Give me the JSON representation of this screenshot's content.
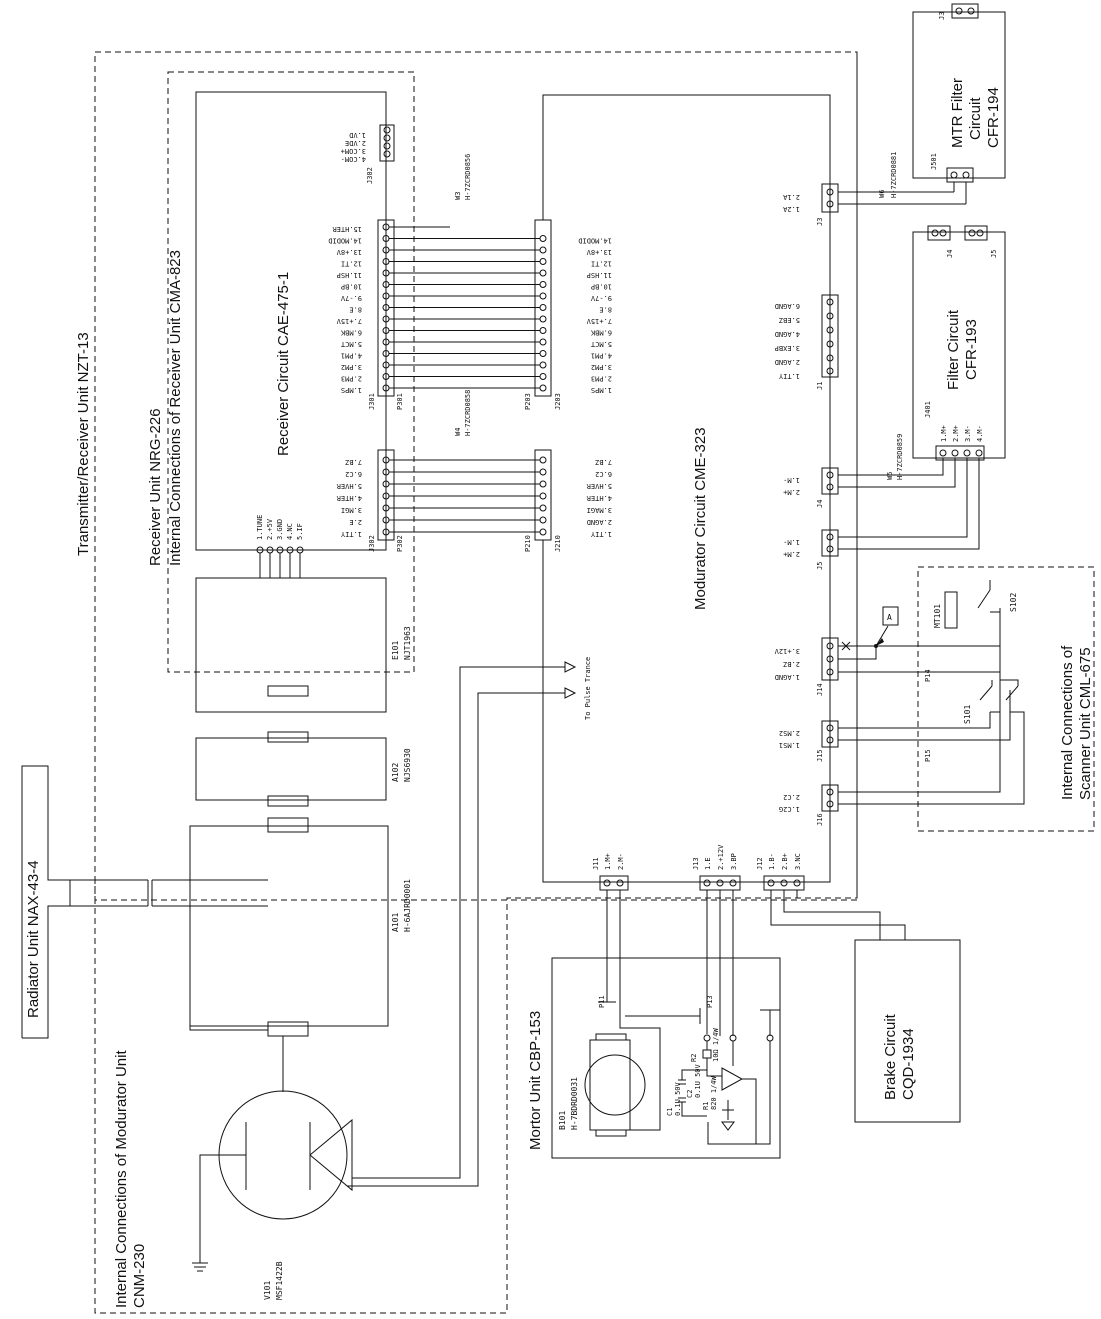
{
  "units": {
    "radiator": "Radiator Unit  NAX-43-4",
    "transceiver": "Transmitter/Receiver Unit  NZT-13",
    "receiver_unit": "Receiver Unit  NRG-226",
    "receiver_internal": "Internal Connections of Receiver Unit  CMA-823",
    "receiver_circuit": "Receiver Circuit  CAE-475-1",
    "modulator_circuit": "Modurator Circuit  CME-323",
    "modulator_internal_1": "Internal Connections of Modurator Unit",
    "modulator_internal_2": "CNM-230",
    "motor_unit": "Mortor Unit  CBP-153",
    "brake_1": "Brake Circuit",
    "brake_2": "CQD-1934",
    "scanner_1": "Internal Connections of",
    "scanner_2": "Scanner Unit  CML-675",
    "filter_1": "Filter Circuit",
    "filter_2": "CFR-193",
    "mtr_1": "MTR Filter",
    "mtr_2": "Circuit",
    "mtr_3": "CFR-194"
  },
  "connectors": {
    "j301": "J301",
    "p301": "P301",
    "p203": "P203",
    "j203": "J203",
    "j302": "J302",
    "p302": "P302",
    "p210": "P210",
    "j210": "J210",
    "j302b": "J302",
    "j1": "J1",
    "j3": "J3",
    "j4": "J4",
    "j5": "J5",
    "j14": "J14",
    "j15": "J15",
    "j16": "J16",
    "j11": "J11",
    "j13": "J13",
    "j12": "J12",
    "p11": "P11",
    "p13": "P13",
    "p14": "P14",
    "p15": "P15",
    "j401": "J401",
    "j4f": "J4",
    "j5f": "J5",
    "j3m": "J3",
    "j501": "J501",
    "w3": "W3",
    "w3_part": "H-7ZCRD0856",
    "w4": "W4",
    "w4_part": "H-7ZCRD0858",
    "w5": "W5",
    "w5_part": "H-7ZCRD0859",
    "w6": "W6",
    "w6_part": "H-7ZCRD0881"
  },
  "components": {
    "e101": "E101",
    "e101_part": "NJT1963",
    "a102": "A102",
    "a102_part": "NJS6930",
    "a101": "A101",
    "a101_part": "H-6AJRD0001",
    "v101": "V101",
    "v101_part": "MSF1422B",
    "b101": "B101",
    "b101_part": "H-7BDRD0031",
    "mt101": "MT101",
    "s101": "S101",
    "s102": "S102",
    "r1": "R1",
    "r2": "R2",
    "c1": "C1",
    "c2": "C2",
    "r2_val": "10Ω 1/4W",
    "r1_val": "820 1/4W",
    "c1_val": "0.1U 50V",
    "c2_val": "0.1U 50V",
    "pulse_trance": "To Pulse Trance",
    "ref_a": "A"
  },
  "pins": {
    "j301": [
      "1.MPS",
      "2.PM3",
      "3.PM2",
      "4.PM1",
      "5.MCT",
      "6.MBK",
      "7.+15V",
      "8.E",
      "9.-7V",
      "10.BP",
      "11.HSP",
      "12.TI",
      "13.+8V",
      "14.MODID",
      "15.HTER"
    ],
    "j203": [
      "1.MPS",
      "2.PM3",
      "3.PM2",
      "4.PM1",
      "5.MCT",
      "6.MBK",
      "7.+15V",
      "8.E",
      "9.-7V",
      "10.BP",
      "11.HSP",
      "12.TI",
      "13.+8V",
      "14.MODID"
    ],
    "j302": [
      "1.TIY",
      "2.E",
      "3.MGI",
      "4.HTER",
      "5.HVER",
      "6.C2",
      "7.BZ"
    ],
    "j210": [
      "1.TIY",
      "2.AGND",
      "3.MAGI",
      "4.HTER",
      "5.HVER",
      "6.C2",
      "7.BZ"
    ],
    "j302_top": [
      "1.VD",
      "2.VDE",
      "3.COM+",
      "4.COM-"
    ],
    "j302_bot": [
      "1.TUNE",
      "2.+5V",
      "3.GND",
      "4.NC",
      "5.IF"
    ],
    "j1": [
      "1.TIY",
      "2.AGND",
      "3.EXBP",
      "4.AGND",
      "5.EBZ",
      "6.AGND"
    ],
    "j3": [
      "1.2A",
      "2.1A"
    ],
    "j4": [
      "1.M-",
      "2.M+"
    ],
    "j5": [
      "1.M-",
      "2.M+"
    ],
    "j14": [
      "1.AGND",
      "2.BZ",
      "3.+12V"
    ],
    "j15": [
      "1.MS1",
      "2.MS2"
    ],
    "j16": [
      "1.C2G",
      "2.C2"
    ],
    "j401": [
      "1.M+",
      "2.M+",
      "3.M-",
      "4.M-"
    ],
    "j11": [
      "1.M+",
      "2.M-"
    ],
    "j13": [
      "1.E",
      "2.+12V",
      "3.BP"
    ],
    "j12": [
      "1.B-",
      "2.B+",
      "3.NC"
    ]
  }
}
